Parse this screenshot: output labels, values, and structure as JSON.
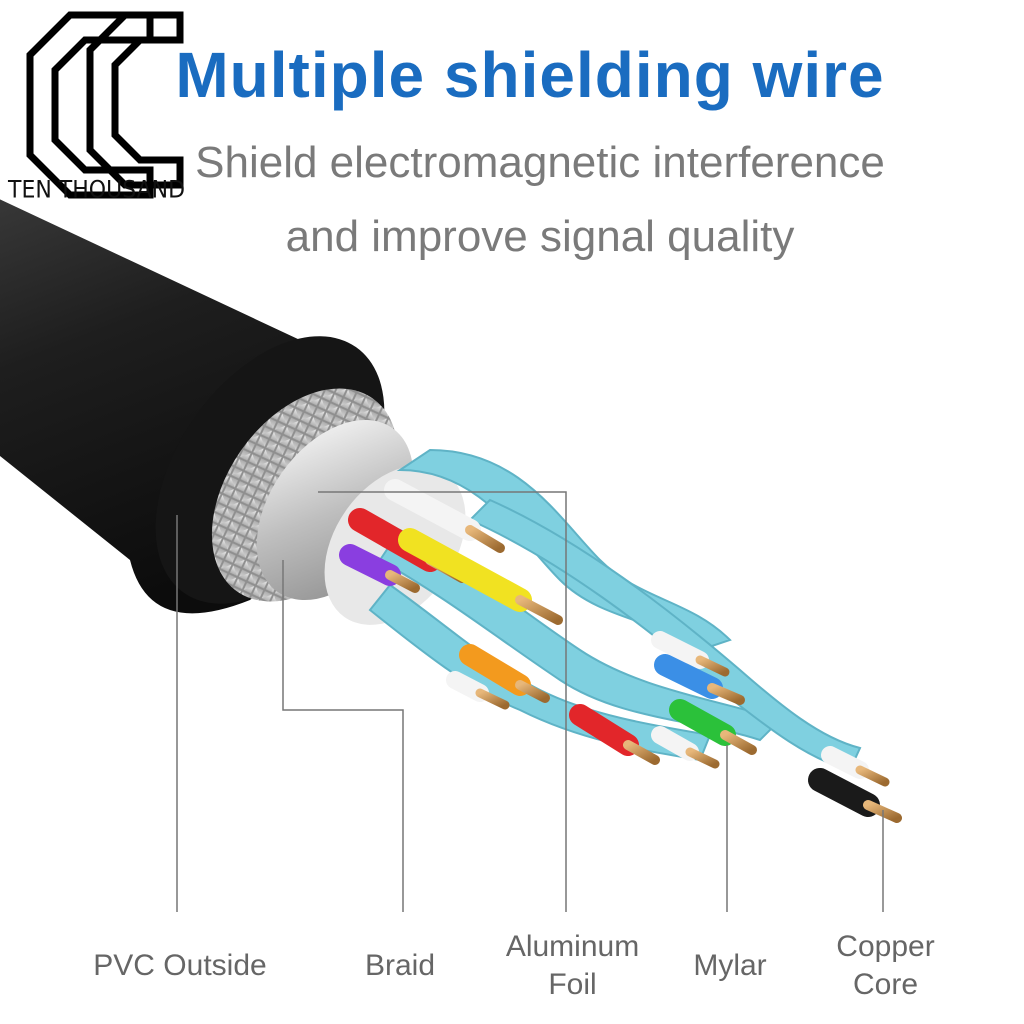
{
  "brand": {
    "name": "TEN THOUSAND",
    "logo_icon": "double-c-logo-icon"
  },
  "heading": {
    "title": "Multiple shielding wire",
    "subtitle_line1": "Shield electromagnetic interference",
    "subtitle_line2": "and improve signal quality"
  },
  "layers": [
    {
      "label": "PVC Outside"
    },
    {
      "label": "Braid"
    },
    {
      "label": "Aluminum",
      "label2": "Foil"
    },
    {
      "label": "Mylar"
    },
    {
      "label": "Copper",
      "label2": "Core"
    }
  ],
  "colors": {
    "title": "#1a6cc0",
    "subtitle": "#7a7a7a",
    "label": "#666666",
    "jacket": "#1c1c1c",
    "pair_insulation": "#7fd0e0",
    "copper": "#c9904a"
  }
}
